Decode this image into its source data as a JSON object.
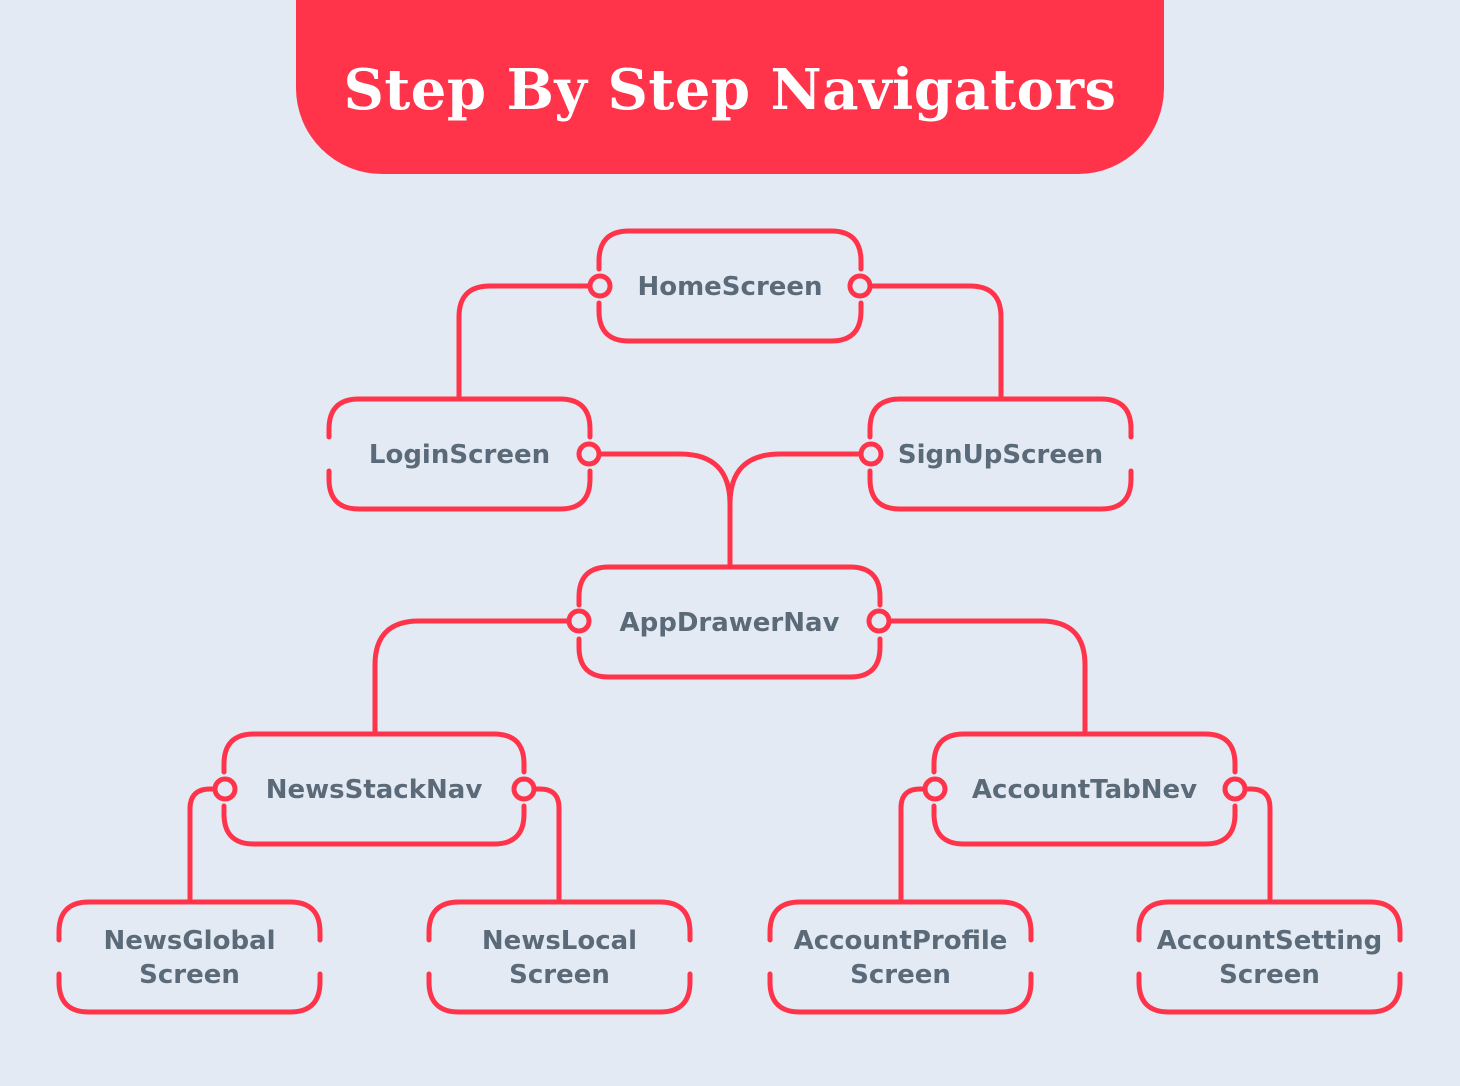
{
  "title": "Step By Step Navigators",
  "colors": {
    "background": "#e3eaf3",
    "accent": "#ff344b",
    "node_text": "#5b6a79",
    "title_text": "#ffffff"
  },
  "nodes": {
    "home": {
      "lines": [
        "HomeScreen"
      ]
    },
    "login": {
      "lines": [
        "LoginScreen"
      ]
    },
    "signup": {
      "lines": [
        "SignUpScreen"
      ]
    },
    "app_drawer": {
      "lines": [
        "AppDrawerNav"
      ]
    },
    "news_stack": {
      "lines": [
        "NewsStackNav"
      ]
    },
    "account_tab": {
      "lines": [
        "AccountTabNev"
      ]
    },
    "news_global": {
      "lines": [
        "NewsGlobal",
        "Screen"
      ]
    },
    "news_local": {
      "lines": [
        "NewsLocal",
        "Screen"
      ]
    },
    "account_profile": {
      "lines": [
        "AccountProfile",
        "Screen"
      ]
    },
    "account_setting": {
      "lines": [
        "AccountSetting",
        "Screen"
      ]
    }
  },
  "edges": [
    {
      "from": "home",
      "to": "login"
    },
    {
      "from": "home",
      "to": "signup"
    },
    {
      "from": "login",
      "to": "app_drawer"
    },
    {
      "from": "signup",
      "to": "app_drawer"
    },
    {
      "from": "app_drawer",
      "to": "news_stack"
    },
    {
      "from": "app_drawer",
      "to": "account_tab"
    },
    {
      "from": "news_stack",
      "to": "news_global"
    },
    {
      "from": "news_stack",
      "to": "news_local"
    },
    {
      "from": "account_tab",
      "to": "account_profile"
    },
    {
      "from": "account_tab",
      "to": "account_setting"
    }
  ]
}
